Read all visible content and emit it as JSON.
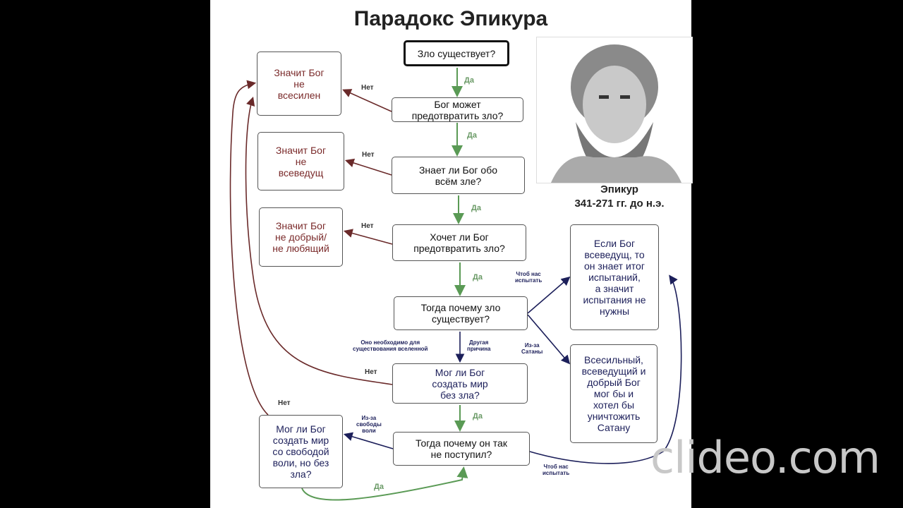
{
  "title": "Парадокс Эпикура",
  "questions": {
    "q1": "Зло существует?",
    "q2": "Бог может\nпредотвратить зло?",
    "q3": "Знает ли Бог обо\nвсём зле?",
    "q4": "Хочет ли Бог\nпредотвратить зло?",
    "q5": "Тогда почему зло\nсуществует?",
    "q6": "Мог ли Бог\nсоздать мир\nбез зла?",
    "q7": "Тогда почему он так\nне поступил?",
    "q8": "Мог ли Бог\nсоздать мир\nсо свободой\nволи, но без\nзла?"
  },
  "conclusions": {
    "c1": "Значит Бог\nне\nвсесилен",
    "c2": "Значит Бог\nне\nвсеведущ",
    "c3": "Значит Бог\nне добрый/\nне любящий",
    "b1": "Если Бог\nвсеведущ, то\nон знает итог\nиспытаний,\nа значит\nиспытания не\nнужны",
    "b2": "Всесильный,\nвсеведущий и\nдобрый Бог\nмог бы и\nхотел бы\nуничтожить\nСатану"
  },
  "labels": {
    "yes": "Да",
    "no": "Нет",
    "test": "Чтоб нас\nиспытать",
    "satan": "Из-за\nСатаны",
    "necessary": "Оно необходимо для\nсуществования вселенной",
    "other": "Другая\nпричина",
    "freewill": "Из-за\nсвободы\nволи"
  },
  "portrait": {
    "name": "Эпикур",
    "years": "341-271 гг. до н.э."
  },
  "watermark": "clideo.com"
}
